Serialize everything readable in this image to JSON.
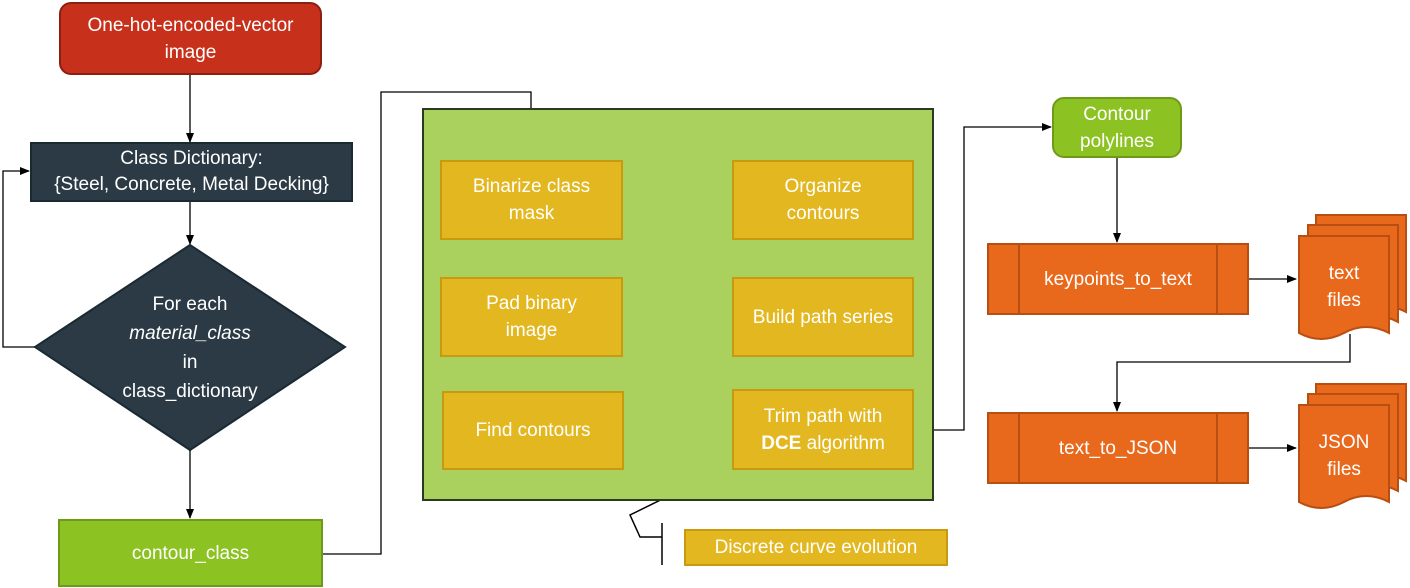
{
  "nodes": {
    "start": [
      "One-hot-encoded-vector",
      "image"
    ],
    "dictionary": [
      "Class Dictionary:",
      "{Steel, Concrete, Metal Decking}"
    ],
    "loop": {
      "line1": "For each",
      "line2": "material_class",
      "line3": "in",
      "line4": "class_dictionary"
    },
    "contour_class": "contour_class",
    "binarize": [
      "Binarize class",
      "mask"
    ],
    "pad": [
      "Pad binary",
      "image"
    ],
    "find": "Find contours",
    "organize": [
      "Organize",
      "contours"
    ],
    "build": "Build path series",
    "trim": {
      "line1": "Trim path with",
      "bold": "DCE",
      "rest": " algorithm"
    },
    "polylines": [
      "Contour",
      "polylines"
    ],
    "kp": "keypoints_to_text",
    "text_files": [
      "text",
      "files"
    ],
    "tj": "text_to_JSON",
    "json_files": [
      "JSON",
      "files"
    ],
    "callout": "Discrete curve evolution"
  },
  "colors": {
    "start": "#c7311c",
    "dark": "#2b3a44",
    "green": "#8dc223",
    "panel": "#aad15e",
    "yellow": "#e3b720",
    "orange": "#e8681c"
  }
}
